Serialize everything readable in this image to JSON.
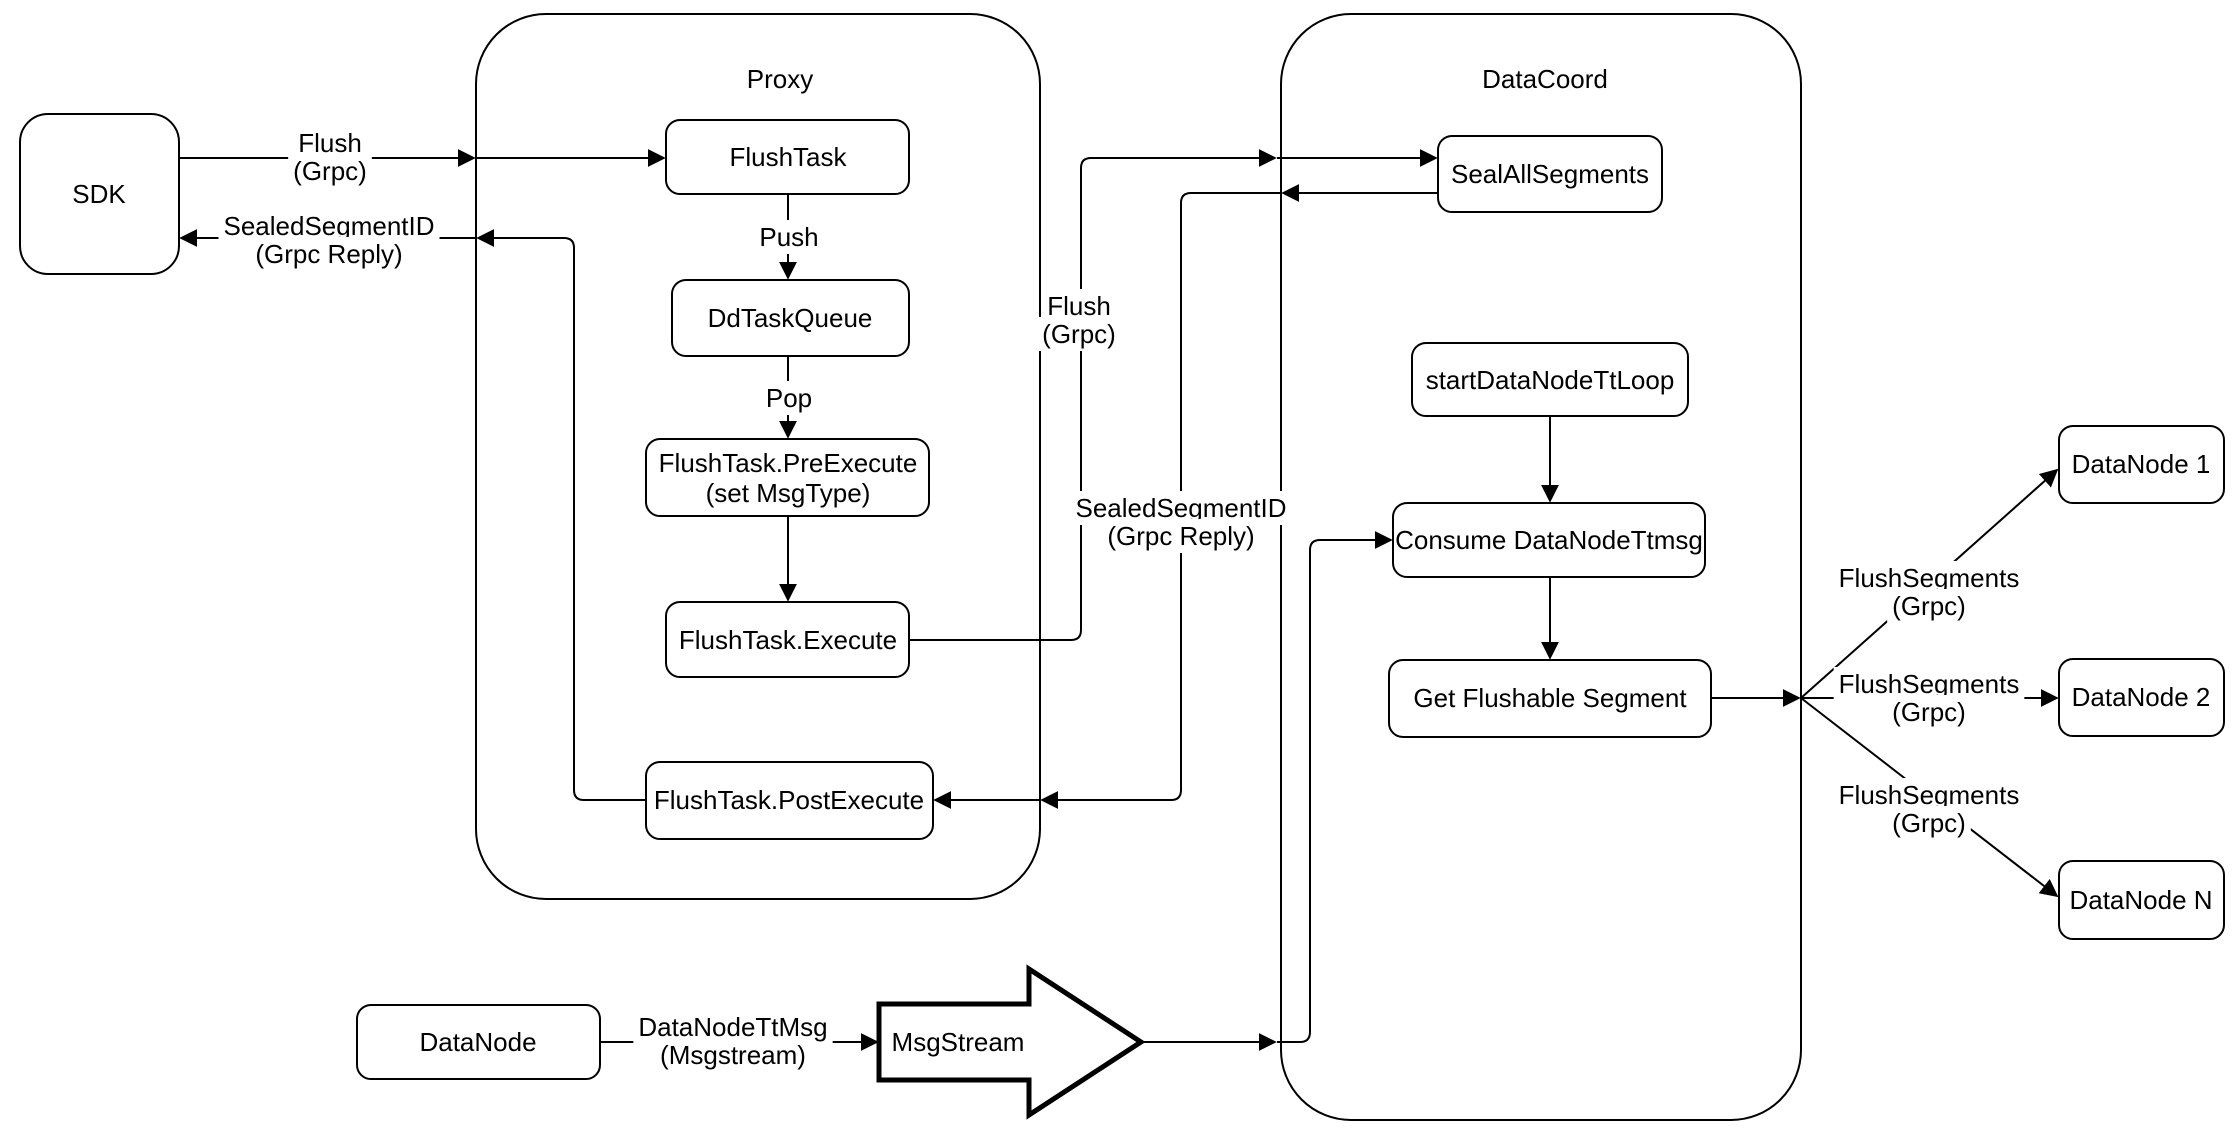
{
  "diagram": {
    "containers": {
      "proxy": {
        "title": "Proxy"
      },
      "datacoord": {
        "title": "DataCoord"
      }
    },
    "nodes": {
      "sdk": {
        "label": "SDK"
      },
      "flush_task": {
        "label": "FlushTask"
      },
      "dd_task_queue": {
        "label": "DdTaskQueue"
      },
      "flush_task_pre_execute": {
        "label": "FlushTask.PreExecute",
        "sublabel": "(set MsgType)"
      },
      "flush_task_execute": {
        "label": "FlushTask.Execute"
      },
      "flush_task_post_execute": {
        "label": "FlushTask.PostExecute"
      },
      "seal_all_segments": {
        "label": "SealAllSegments"
      },
      "start_data_node_tt_loop": {
        "label": "startDataNodeTtLoop"
      },
      "consume_data_node_ttmsg": {
        "label": "Consume DataNodeTtmsg"
      },
      "get_flushable_segment": {
        "label": "Get Flushable Segment"
      },
      "data_node_1": {
        "label": "DataNode 1"
      },
      "data_node_2": {
        "label": "DataNode 2"
      },
      "data_node_n": {
        "label": "DataNode N"
      },
      "data_node": {
        "label": "DataNode"
      },
      "msg_stream": {
        "label": "MsgStream"
      }
    },
    "edge_labels": {
      "flush_grpc_sdk": {
        "line1": "Flush",
        "line2": "(Grpc)"
      },
      "sealed_segment_id_sdk": {
        "line1": "SealedSegmentID",
        "line2": "(Grpc Reply)"
      },
      "push": {
        "line1": "Push"
      },
      "pop": {
        "line1": "Pop"
      },
      "flush_grpc_datacoord": {
        "line1": "Flush",
        "line2": "(Grpc)"
      },
      "sealed_segment_id_datacoord": {
        "line1": "SealedSegmentID",
        "line2": "(Grpc Reply)"
      },
      "flush_segments_1": {
        "line1": "FlushSegments",
        "line2": "(Grpc)"
      },
      "flush_segments_2": {
        "line1": "FlushSegments",
        "line2": "(Grpc)"
      },
      "flush_segments_3": {
        "line1": "FlushSegments",
        "line2": "(Grpc)"
      },
      "data_node_tt_msg": {
        "line1": "DataNodeTtMsg",
        "line2": "(Msgstream)"
      }
    },
    "edges": [
      {
        "from": "sdk",
        "to": "flush_task",
        "label": "Flush (Grpc)"
      },
      {
        "from": "flush_task",
        "to": "dd_task_queue",
        "label": "Push"
      },
      {
        "from": "dd_task_queue",
        "to": "flush_task_pre_execute",
        "label": "Pop"
      },
      {
        "from": "flush_task_pre_execute",
        "to": "flush_task_execute",
        "label": ""
      },
      {
        "from": "flush_task_execute",
        "to": "seal_all_segments",
        "label": "Flush (Grpc)"
      },
      {
        "from": "seal_all_segments",
        "to": "flush_task_post_execute",
        "label": "SealedSegmentID (Grpc Reply)"
      },
      {
        "from": "flush_task_post_execute",
        "to": "sdk",
        "label": "SealedSegmentID (Grpc Reply)"
      },
      {
        "from": "start_data_node_tt_loop",
        "to": "consume_data_node_ttmsg",
        "label": ""
      },
      {
        "from": "consume_data_node_ttmsg",
        "to": "get_flushable_segment",
        "label": ""
      },
      {
        "from": "get_flushable_segment",
        "to": "data_node_1",
        "label": "FlushSegments (Grpc)"
      },
      {
        "from": "get_flushable_segment",
        "to": "data_node_2",
        "label": "FlushSegments (Grpc)"
      },
      {
        "from": "get_flushable_segment",
        "to": "data_node_n",
        "label": "FlushSegments (Grpc)"
      },
      {
        "from": "data_node",
        "to": "msg_stream",
        "label": "DataNodeTtMsg (Msgstream)"
      },
      {
        "from": "msg_stream",
        "to": "consume_data_node_ttmsg",
        "label": ""
      }
    ]
  }
}
